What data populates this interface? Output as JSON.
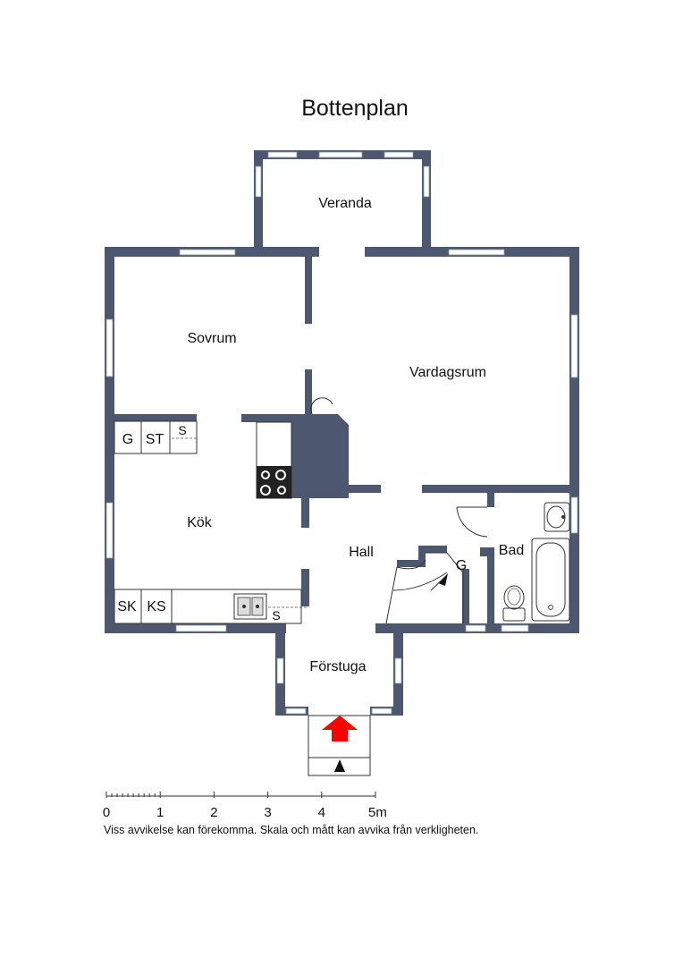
{
  "title": "Bottenplan",
  "rooms": {
    "veranda": "Veranda",
    "sovrum": "Sovrum",
    "vardagsrum": "Vardagsrum",
    "kok": "Kök",
    "hall": "Hall",
    "bad": "Bad",
    "forstuga": "Förstuga"
  },
  "fixtures": {
    "wardrobe_g_sovrum": "G",
    "wardrobe_st": "ST",
    "wardrobe_s_sovrum": "S",
    "hall_g": "G",
    "sk": "SK",
    "ks": "KS",
    "kitchen_s": "S"
  },
  "scale": {
    "ticks": [
      "0",
      "1",
      "2",
      "3",
      "4",
      "5m"
    ],
    "note": "Viss avvikelse kan förekomma. Skala och mått kan avvika från verkligheten."
  },
  "colors": {
    "wall": "#4d5870",
    "entrance_arrow": "#ff0000"
  }
}
